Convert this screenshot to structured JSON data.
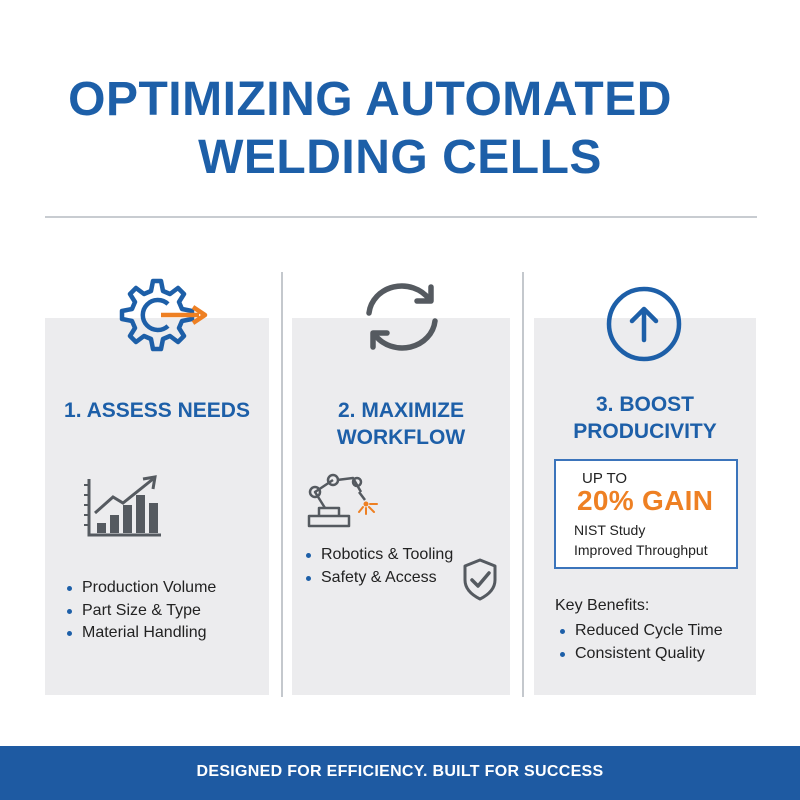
{
  "title": {
    "line1": "OPTIMIZING AUTOMATED",
    "line2": "WELDING CELLS"
  },
  "columns": [
    {
      "icon": "gear-arrow-icon",
      "heading": "1. ASSESS NEEDS",
      "illustration": "bar-chart-trend-icon",
      "bullets": [
        "Production Volume",
        "Part Size & Type",
        "Material Handling"
      ]
    },
    {
      "icon": "sync-arrows-icon",
      "heading_line1": "2. MAXIMIZE",
      "heading_line2": "WORKFLOW",
      "illustration": "robotic-welder-icon",
      "bullets": [
        "Robotics & Tooling",
        "Safety & Access"
      ],
      "badge_icon": "shield-check-icon"
    },
    {
      "icon": "arrow-up-circle-icon",
      "heading_line1": "3. BOOST",
      "heading_line2": "PRODUCIVITY",
      "stat": {
        "prefix": "UP TO",
        "value": "20% GAIN",
        "source": "NIST Study",
        "description": "Improved Throughput"
      },
      "benefits_label": "Key Benefits:",
      "bullets": [
        "Reduced Cycle Time",
        "Consistent Quality"
      ]
    }
  ],
  "footer": "DESIGNED FOR EFFICIENCY. BUILT FOR SUCCESS",
  "colors": {
    "primary_blue": "#1d5fa8",
    "accent_orange": "#ee8023",
    "panel_gray": "#ececee",
    "footer_blue": "#1e5aa2"
  }
}
